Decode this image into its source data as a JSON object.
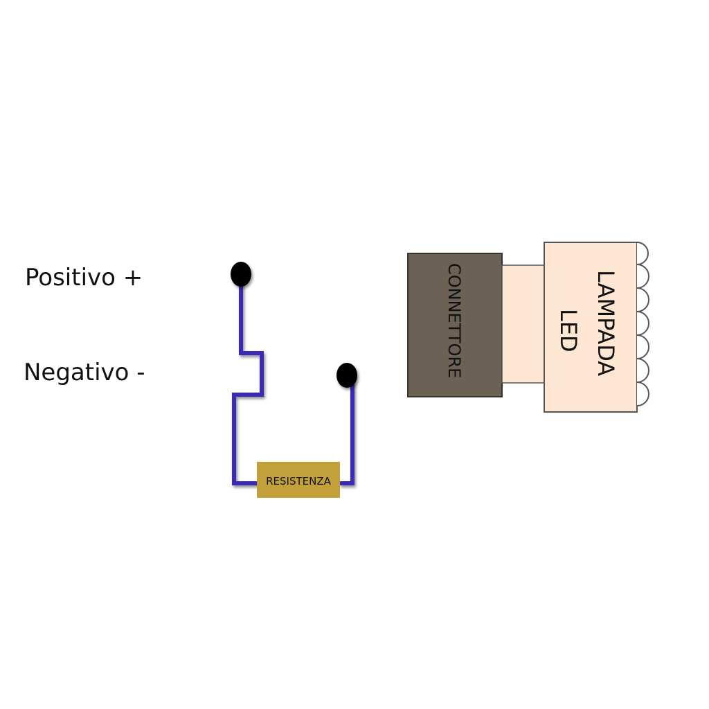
{
  "labels": {
    "positive": "Positivo +",
    "negative": "Negativo -",
    "connector": "CONNETTORE",
    "lamp_line1": "LAMPADA",
    "lamp_line2": "LED",
    "resistor": "RESISTENZA"
  },
  "colors": {
    "positive_wire": "#d42a2a",
    "negative_wire": "#111111",
    "resistor_wire": "#3a2bb8",
    "connector_body": "#6b6155",
    "lamp_body": "#fde6d2",
    "resistor_body": "#c2a13a",
    "junction": "#000000"
  }
}
